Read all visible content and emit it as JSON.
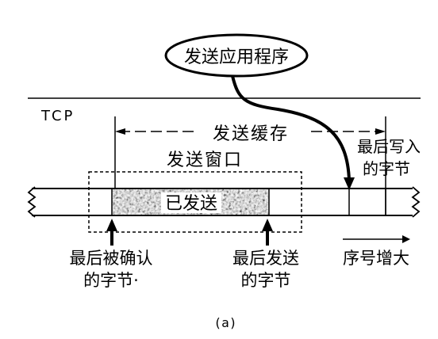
{
  "app_label": "发送应用程序",
  "tcp_label": "TCP",
  "send_buffer_label": "发送缓存",
  "last_written": [
    "最后写入",
    "的字节"
  ],
  "send_window_label": "发送窗口",
  "sent_label": "已发送",
  "last_acked": [
    "最后被确认",
    "的字节·"
  ],
  "last_sent": [
    "最后发送",
    "的字节"
  ],
  "seq_increase": "序号增大",
  "caption": "(a)"
}
